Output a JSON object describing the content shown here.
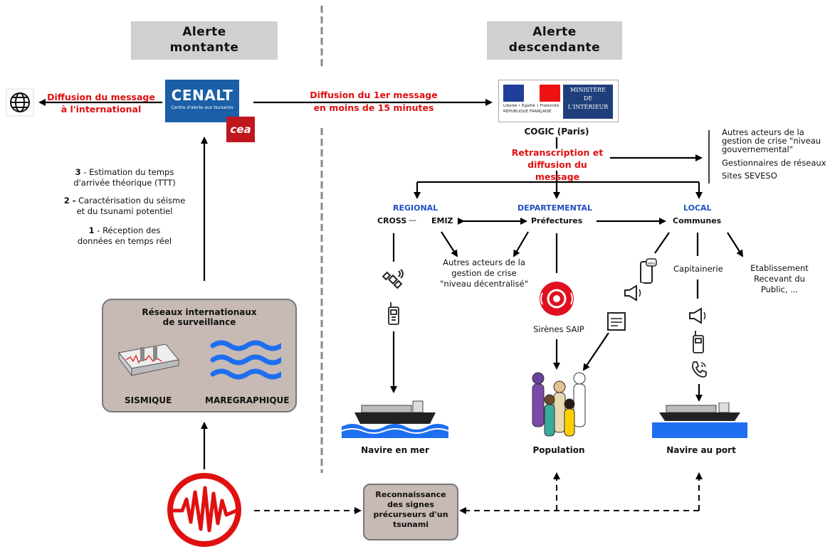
{
  "headers": {
    "left": "Alerte\nmontante",
    "right": "Alerte\ndescendante"
  },
  "cenalt": {
    "name": "CENALT",
    "subtitle": "Centre d'alerte aux tsunamis",
    "cea": "cea"
  },
  "international": "Diffusion du message\nà l'international",
  "first_message": "Diffusion du 1er message\nen moins de 15 minutes",
  "ministry": {
    "marianne": "Liberté • Égalité • Fraternité\nRÉPUBLIQUE FRANÇAISE",
    "name": "MINISTÈRE\nDE\nL'INTÉRIEUR",
    "cogic": "COGIC (Paris)"
  },
  "retranscription": "Retranscription et\ndiffusion du message",
  "other_actors_gov": "Autres acteurs de la\ngestion de crise \"niveau\ngouvernemental\"",
  "network_managers": "Gestionnaires de réseaux",
  "seveso": "Sites SEVESO",
  "steps": [
    {
      "num": "3",
      "text": " - Estimation du temps\nd'arrivée théorique (TTT)"
    },
    {
      "num": "2 -",
      "text": " Caractérisation du séisme\net du tsunami potentiel"
    },
    {
      "num": "1",
      "text": " - Réception des\ndonnées en temps réel"
    }
  ],
  "levels": {
    "regional": "REGIONAL",
    "departmental": "DEPARTEMENTAL",
    "local": "LOCAL"
  },
  "nodes": {
    "cross": "CROSS",
    "emiz": "EMIZ",
    "prefectures": "Préfectures",
    "communes": "Communes"
  },
  "other_actors_dec": "Autres acteurs de la\ngestion de crise\n\"niveau décentralisé\"",
  "capitainerie": "Capitainerie",
  "erp": "Etablissement\nRecevant du\nPublic, ...",
  "sirens": "Sirènes SAIP",
  "networks": {
    "title": "Réseaux internationaux\nde surveillance",
    "sismique": "SISMIQUE",
    "maregraphique": "MAREGRAPHIQUE"
  },
  "targets": {
    "sea": "Navire en mer",
    "population": "Population",
    "port": "Navire au port"
  },
  "signs": "Reconnaissance\ndes signes\nprécurseurs d'un\ntsunami",
  "colors": {
    "alert_red": "#e01010",
    "level_blue": "#2050c0",
    "box_fill": "#c7b9b4",
    "header_grey": "#d0d0d0",
    "cenalt_blue": "#1a5fa8",
    "wave_blue": "#1e6ff0"
  }
}
